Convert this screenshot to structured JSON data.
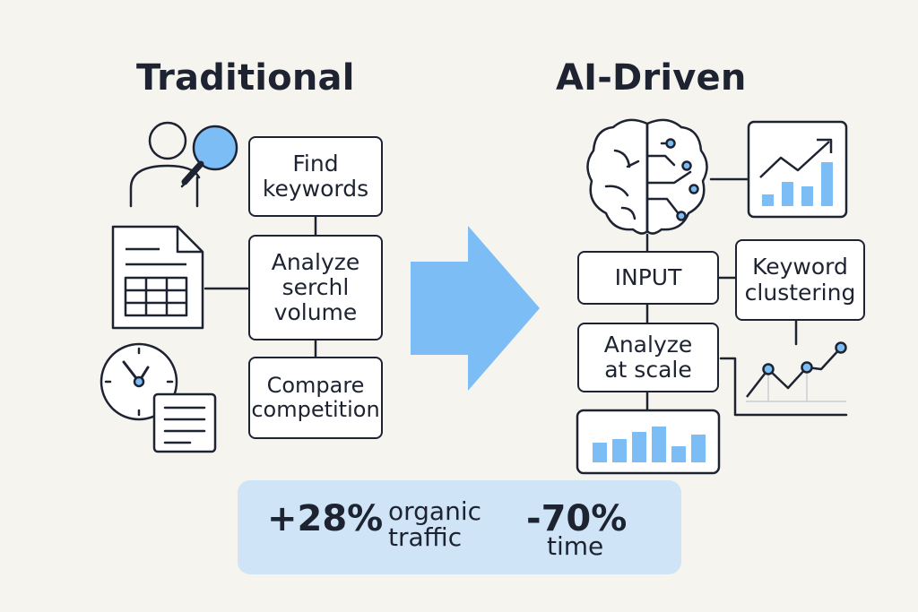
{
  "traditional": {
    "title": "Traditional",
    "steps": [
      "Find\nkeywords",
      "Analyze\nserchl\nvolume",
      "Compare\ncompetition"
    ],
    "icons": [
      "person-search-icon",
      "spreadsheet-icon",
      "clock-icon",
      "document-icon"
    ]
  },
  "ai_driven": {
    "title": "AI-Driven",
    "input_label": "INPUT",
    "clustering_label": "Keyword\nclustering",
    "analyze_label": "Analyze\nat scale",
    "icons": [
      "brain-network-icon",
      "trend-chart-icon",
      "line-chart-icon",
      "bar-chart-icon"
    ]
  },
  "arrow_icon": "right-arrow-icon",
  "stats": {
    "traffic_value": "+28%",
    "traffic_label": "organic\ntraffic",
    "time_value": "-70%",
    "time_label": "time"
  },
  "colors": {
    "accent": "#7dbdf6",
    "ink": "#1d2330",
    "stats_bg": "#cfe4f7",
    "background": "#f6f4ef"
  }
}
